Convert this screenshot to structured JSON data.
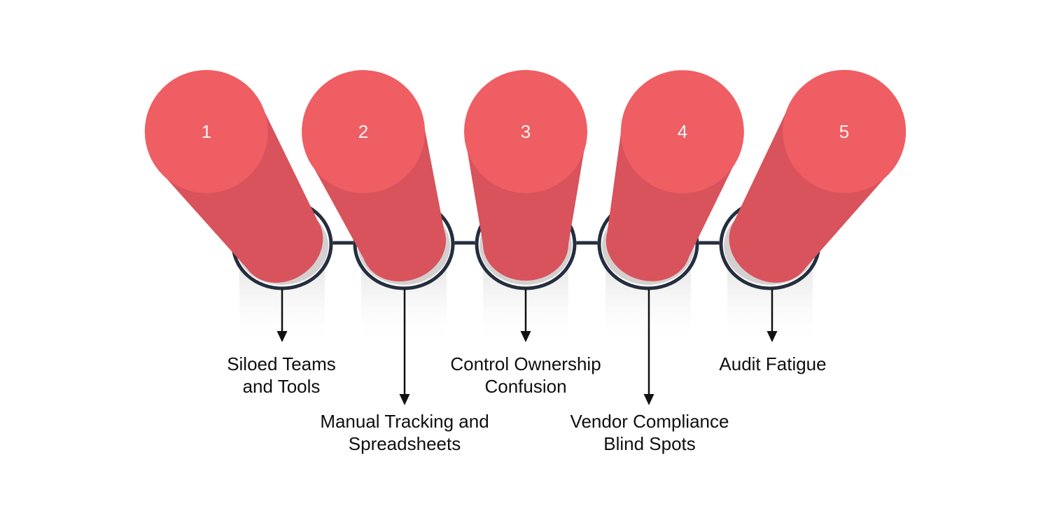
{
  "diagram": {
    "name": "five-compliance-pain-points",
    "items": [
      {
        "number": "1",
        "label_lines": [
          "Siloed Teams",
          "and Tools"
        ]
      },
      {
        "number": "2",
        "label_lines": [
          "Manual Tracking and",
          "Spreadsheets"
        ]
      },
      {
        "number": "3",
        "label_lines": [
          "Control Ownership",
          "Confusion"
        ]
      },
      {
        "number": "4",
        "label_lines": [
          "Vendor Compliance",
          "Blind Spots"
        ]
      },
      {
        "number": "5",
        "label_lines": [
          "Audit Fatigue"
        ]
      }
    ]
  },
  "colors": {
    "pillar_face": "#ee5e63",
    "pillar_body": "#d8535c",
    "outline_dark": "#252e3e",
    "ring_fill": "#ffffff",
    "socket_shadow": "#d4d0d0",
    "band_gray": "#d9d9d9",
    "arrow_black": "#111111",
    "label_text": "#0f0f0f",
    "number_text": "#f8f4f4",
    "background": "#ffffff"
  }
}
